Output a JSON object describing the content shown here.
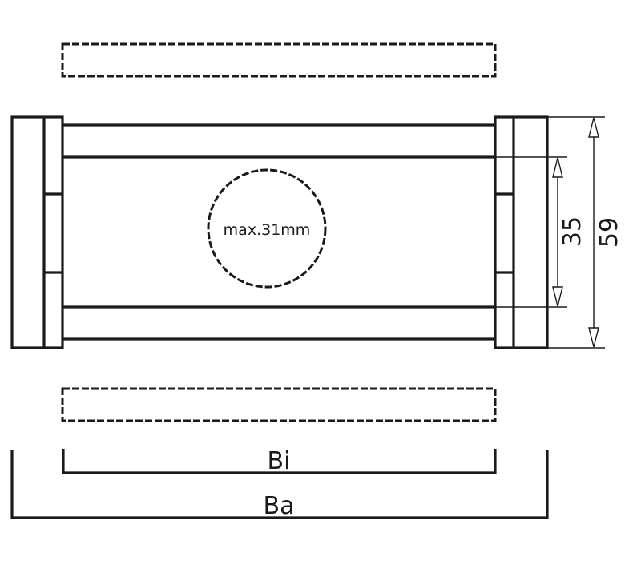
{
  "labels": {
    "circle": "max.31mm",
    "inner_height": "35",
    "outer_height": "59",
    "inner_width": "Bi",
    "outer_width": "Ba"
  },
  "colors": {
    "line": "#1a1a1a",
    "background": "#ffffff"
  }
}
